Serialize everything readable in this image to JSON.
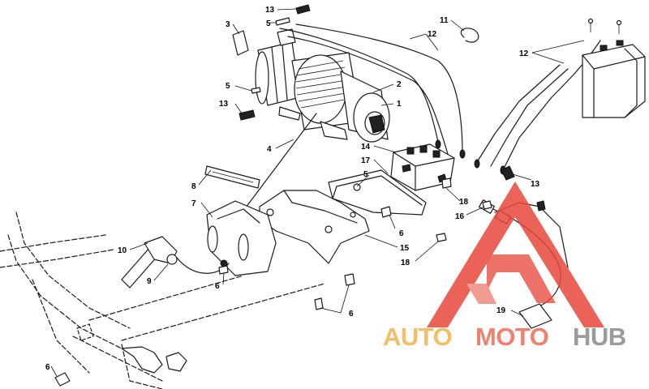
{
  "diagram": {
    "callouts": [
      "13",
      "5",
      "3",
      "11",
      "12",
      "2",
      "1",
      "5",
      "13",
      "4",
      "14",
      "17",
      "5",
      "8",
      "7",
      "18",
      "16",
      "13",
      "6",
      "15",
      "10",
      "9",
      "6",
      "18",
      "19",
      "6",
      "6",
      "12"
    ]
  },
  "watermark": {
    "part1": "AUTO",
    "part2": "MOTO",
    "part3": "HUB",
    "colors": {
      "auto": "#f3b14a",
      "moto": "#ef6b55",
      "hub": "#8a8a8a",
      "triangle": "#e8483c"
    }
  }
}
